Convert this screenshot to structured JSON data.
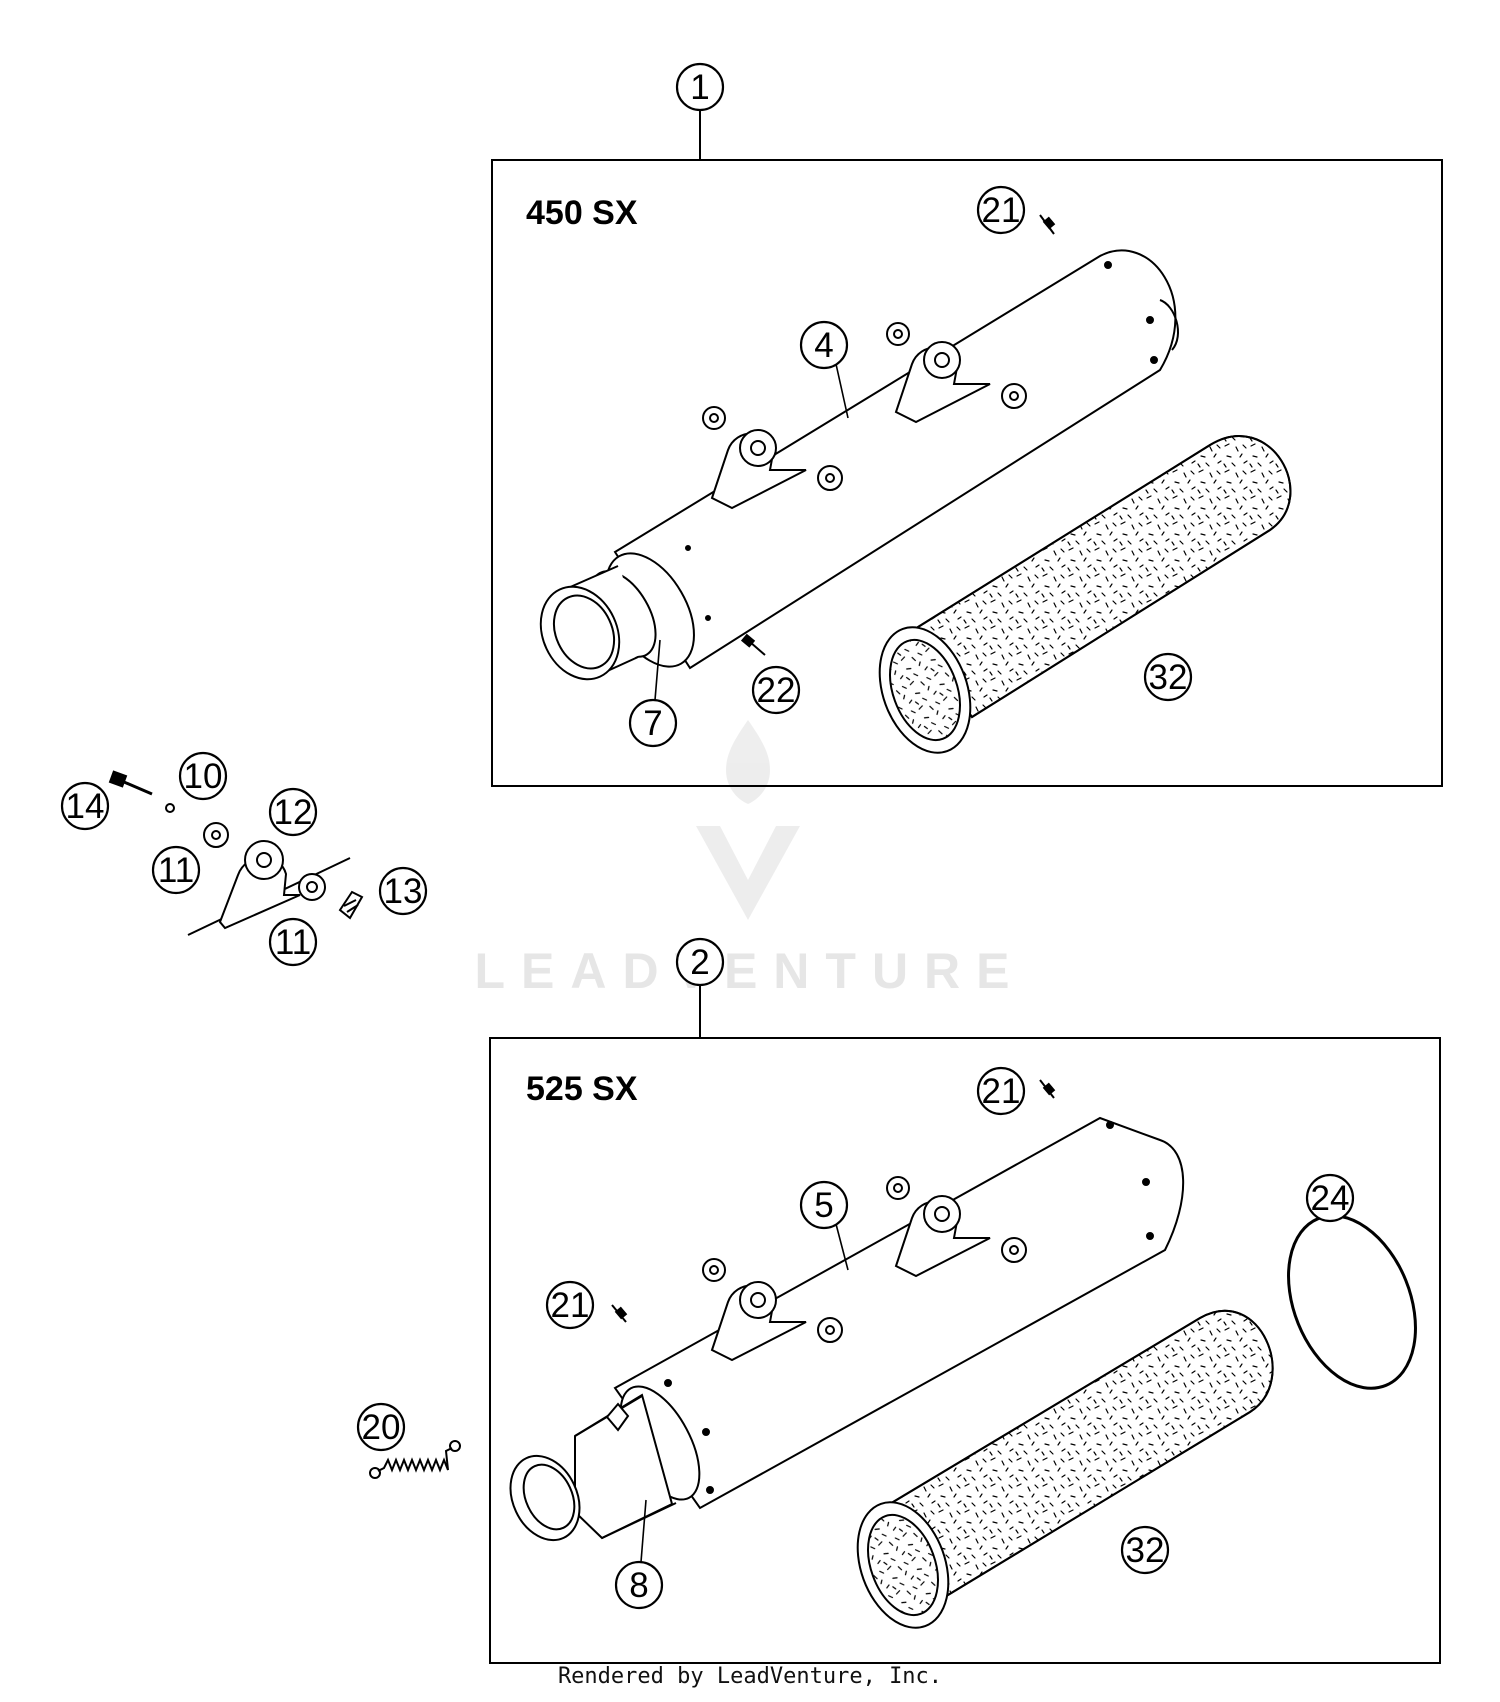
{
  "watermark": {
    "text": "LEADVENTURE"
  },
  "assembly_1": {
    "callout": "1",
    "model": "450 SX",
    "callouts": {
      "muffler": "4",
      "end_cap": "7",
      "rivet_top": "21",
      "rivet_bottom": "22",
      "insert": "32"
    }
  },
  "assembly_2": {
    "callout": "2",
    "model": "525 SX",
    "callouts": {
      "muffler": "5",
      "end_cap": "8",
      "rivet_top": "21",
      "rivet_side": "21",
      "insert": "32",
      "oring": "24"
    }
  },
  "mount_kit": {
    "callouts": {
      "bolt": "14",
      "washer_small": "10",
      "bushing": "12",
      "washer_front": "11",
      "washer_rear": "11",
      "clip": "13"
    }
  },
  "spring": {
    "callout": "20"
  },
  "footer": {
    "text": "Rendered by LeadVenture, Inc."
  }
}
